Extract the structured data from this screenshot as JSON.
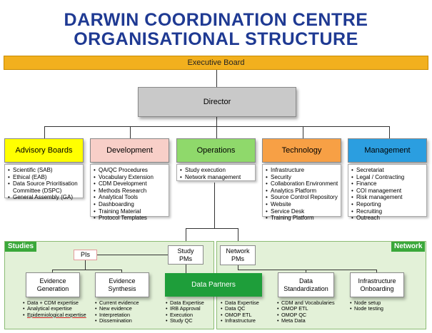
{
  "title": {
    "line1": "DARWIN COORDINATION CENTRE",
    "line2": "ORGANISATIONAL STRUCTURE"
  },
  "executive_board": "Executive Board",
  "director": "Director",
  "departments": [
    {
      "name": "Advisory Boards",
      "color": "#ffff00",
      "items": [
        "Scientific (SAB)",
        "Ethical (EAB)",
        "Data Source Prioritisation Committee (DSPC)",
        "General Assembly (GA)"
      ]
    },
    {
      "name": "Development",
      "color": "#f8cfc8",
      "items": [
        "QA/QC Procedures",
        "Vocabulary Extension",
        "CDM Development",
        "Methods Research",
        "Analytical Tools",
        "Dashboarding",
        "Training Material",
        "Protocol Templates"
      ]
    },
    {
      "name": "Operations",
      "color": "#8fd96b",
      "items": [
        "Study execution",
        "Network management"
      ]
    },
    {
      "name": "Technology",
      "color": "#f7a045",
      "items": [
        "Infrastructure",
        "Security",
        "Collaboration Environment",
        "Analytics Platform",
        "Source Control Repository",
        "Website",
        "Service Desk",
        "Training Platform"
      ]
    },
    {
      "name": "Management",
      "color": "#2b9ee0",
      "items": [
        "Secretariat",
        "Legal / Contracting",
        "Finance",
        "COI management",
        "Risk management",
        "Reporting",
        "Recruiting",
        "Outreach"
      ]
    }
  ],
  "studies": {
    "label": "Studies",
    "pis": "PIs",
    "study_pms": {
      "line1": "Study",
      "line2": "PMs"
    },
    "evidence_generation": {
      "line1": "Evidence",
      "line2": "Generation",
      "items": [
        "Data + CDM expertise",
        "Analytical expertise",
        "Epidemiological expertise"
      ]
    },
    "evidence_synthesis": {
      "line1": "Evidence",
      "line2": "Synthesis",
      "items": [
        "Current evidence",
        "New evidence",
        "Interpretation",
        "Dissemination"
      ]
    }
  },
  "data_partners": {
    "label": "Data Partners",
    "color": "#1e9e3a",
    "left_items": [
      "Data Expertise",
      "IRB Approval",
      "Execution",
      "Study QC"
    ],
    "right_items": [
      "Data Expertise",
      "Data QC",
      "OMOP ETL",
      "Infrastructure"
    ]
  },
  "network": {
    "label": "Network",
    "network_pms": {
      "line1": "Network",
      "line2": "PMs"
    },
    "data_standardization": {
      "line1": "Data",
      "line2": "Standardization",
      "items": [
        "CDM and Vocabularies",
        "OMOP ETL",
        "OMOP QC",
        "Meta Data"
      ]
    },
    "infrastructure_onboarding": {
      "line1": "Infrastructure",
      "line2": "Onboarding",
      "items": [
        "Node setup",
        "Node testing"
      ]
    }
  }
}
